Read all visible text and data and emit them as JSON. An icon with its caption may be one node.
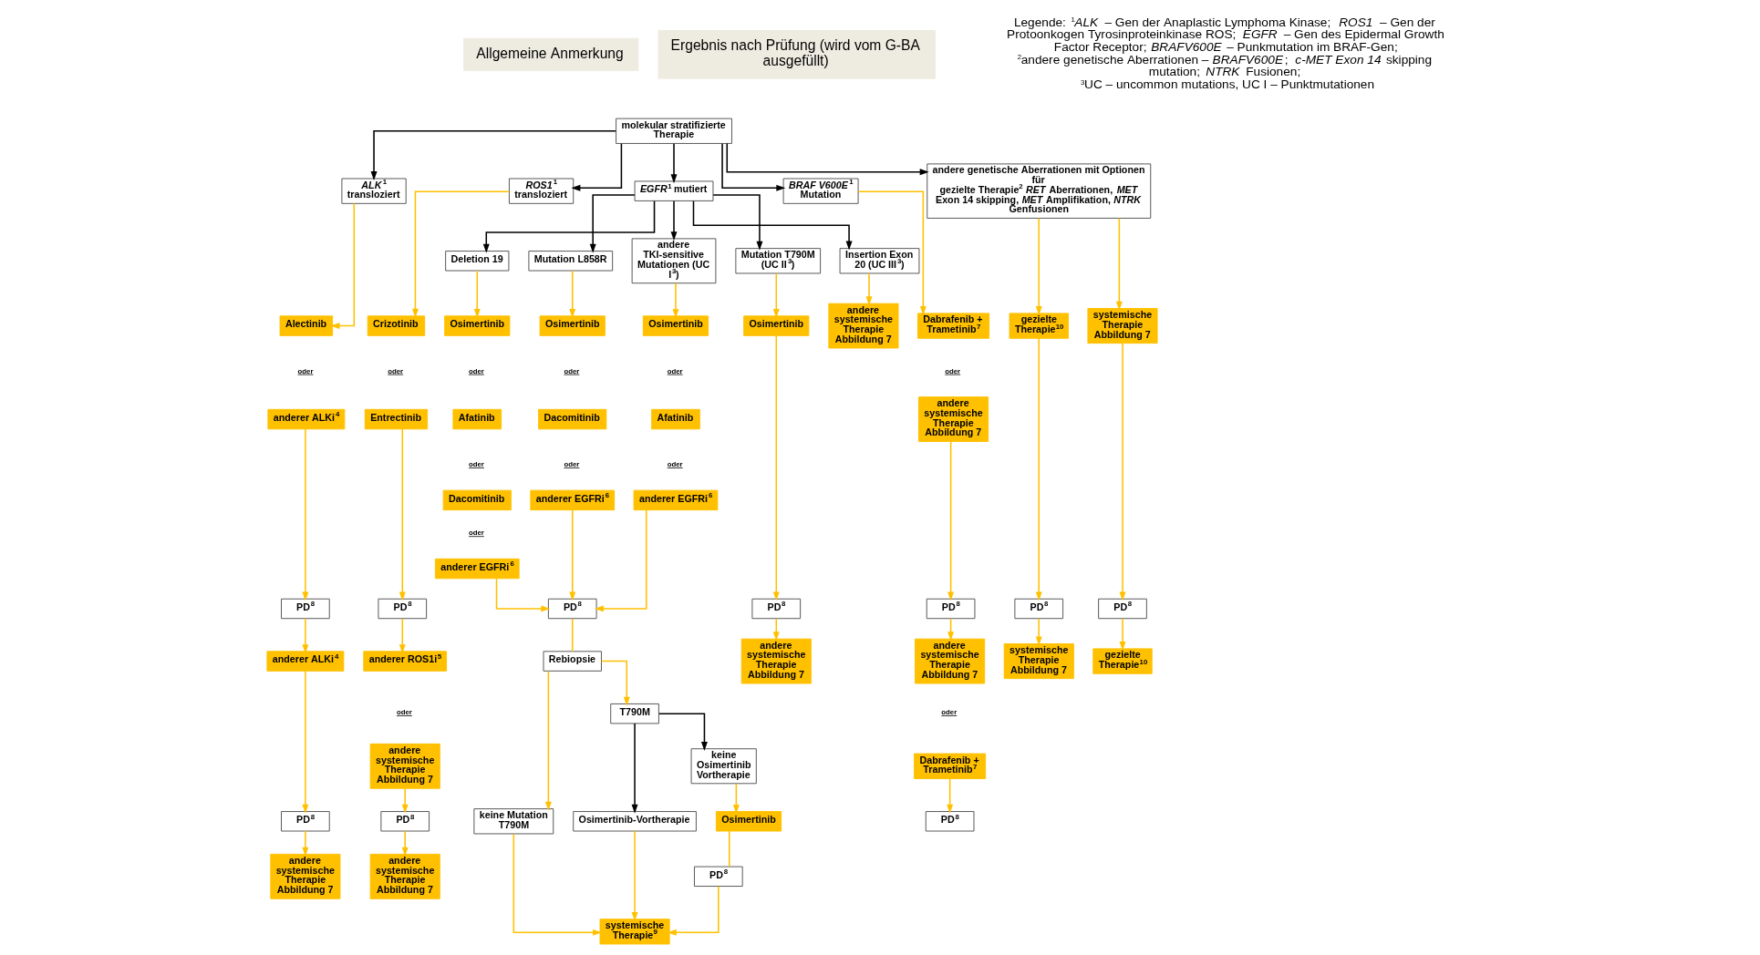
{
  "diagram": {
    "nodes": [
      {
        "text": [
          "molekular stratifizierte Therapie"
        ]
      },
      {
        "text": [
          "*ALK*$^{1}$ transloziert"
        ]
      },
      {
        "text": [
          "*ROS1*$^{1}$ transloziert"
        ]
      },
      {
        "text": [
          "*EGFR*$^{1}$ mutiert"
        ]
      },
      {
        "text": [
          "*BRAF V600E*$^{1}$ Mutation"
        ]
      },
      {
        "text": [
          "andere genetische Aberrationen mit Optionen für",
          "gezielte Therapie$^{2}$ *RET* Aberrationen, *MET* Exon 14 skipping, *MET* Amplifikation, *NTRK* Genfusionen"
        ]
      },
      {
        "text": [
          "Alectinib"
        ]
      },
      {
        "text": [
          "anderer ALKi$^{4}$"
        ]
      },
      {
        "text": [
          "PD$^{8}$"
        ]
      },
      {
        "text": [
          "anderer ALKi$^{4}$"
        ]
      },
      {
        "text": [
          "PD$^{8}$"
        ]
      },
      {
        "text": [
          "andere systemische Therapie",
          "Abbildung 7"
        ]
      },
      {
        "text": [
          "Crizotinib"
        ]
      },
      {
        "text": [
          "Entrectinib"
        ]
      },
      {
        "text": [
          "PD$^{8}$"
        ]
      },
      {
        "text": [
          "anderer ROS1i$^{5}$"
        ]
      },
      {
        "text": [
          "andere systemische Therapie",
          "Abbildung 7"
        ]
      },
      {
        "text": [
          "PD$^{8}$"
        ]
      },
      {
        "text": [
          "andere systemische Therapie",
          "Abbildung 7"
        ]
      },
      {
        "text": [
          "Deletion 19"
        ]
      },
      {
        "text": [
          "Mutation L858R"
        ]
      },
      {
        "text": [
          "andere TKI-sensitive Mutationen (UC I$^{3}$)"
        ]
      },
      {
        "text": [
          "Mutation T790M (UC II$^{3}$)"
        ]
      },
      {
        "text": [
          "Insertion Exon 20 (UC III$^{3}$)"
        ]
      },
      {
        "text": [
          "Osimertinib"
        ]
      },
      {
        "text": [
          "Afatinib"
        ]
      },
      {
        "text": [
          "Dacomitinib"
        ]
      },
      {
        "text": [
          "anderer EGFRi$^{6}$"
        ]
      },
      {
        "text": [
          "Osimertinib"
        ]
      },
      {
        "text": [
          "Dacomitinib"
        ]
      },
      {
        "text": [
          "anderer EGFRi$^{6}$"
        ]
      },
      {
        "text": [
          "Osimertinib"
        ]
      },
      {
        "text": [
          "Afatinib"
        ]
      },
      {
        "text": [
          "anderer EGFRi$^{6}$"
        ]
      },
      {
        "text": [
          "Osimertinib"
        ]
      },
      {
        "text": [
          "andere systemische Therapie",
          "Abbildung 7"
        ]
      },
      {
        "text": [
          "PD$^{8}$"
        ]
      },
      {
        "text": [
          "Rebiopsie"
        ]
      },
      {
        "text": [
          "keine Mutation T790M"
        ]
      },
      {
        "text": [
          "T790M"
        ]
      },
      {
        "text": [
          "Osimertinib-Vortherapie"
        ]
      },
      {
        "text": [
          "keine Osimertinib Vortherapie"
        ]
      },
      {
        "text": [
          "Osimertinib"
        ]
      },
      {
        "text": [
          "PD$^{8}$"
        ]
      },
      {
        "text": [
          "systemische Therapie$^{9}$"
        ]
      },
      {
        "text": [
          "PD$^{8}$"
        ]
      },
      {
        "text": [
          "andere systemische Therapie",
          "Abbildung 7"
        ]
      },
      {
        "text": [
          "Dabrafenib + Trametinib$^{7}$"
        ]
      },
      {
        "text": [
          "andere systemische Therapie",
          "Abbildung 7"
        ]
      },
      {
        "text": [
          "PD$^{8}$"
        ]
      },
      {
        "text": [
          "andere systemische Therapie",
          "Abbildung 7"
        ]
      },
      {
        "text": [
          "Dabrafenib + Trametinib$^{7}$"
        ]
      },
      {
        "text": [
          "PD$^{8}$"
        ]
      },
      {
        "text": [
          "gezielte Therapie$^{10}$"
        ]
      },
      {
        "text": [
          "systemische Therapie",
          "Abbildung 7"
        ]
      },
      {
        "text": [
          "PD$^{8}$"
        ]
      },
      {
        "text": [
          "PD$^{8}$"
        ]
      },
      {
        "text": [
          "systemische Therapie",
          "Abbildung 7"
        ]
      },
      {
        "text": [
          "gezielte Therapie$^{10}$"
        ]
      }
    ],
    "edges": [
      {
        "from": 0,
        "to": 1,
        "arrow": "to",
        "color": "#000000"
      },
      {
        "from": 0,
        "to": 2,
        "arrow": "to",
        "color": "#000000"
      },
      {
        "from": 0,
        "to": 3,
        "arrow": "to",
        "color": "#000000"
      },
      {
        "from": 0,
        "to": 4,
        "arrow": "to",
        "color": "#000000"
      },
      {
        "from": 0,
        "to": 5,
        "arrow": "to",
        "color": "#000000"
      },
      {
        "from": 1,
        "to": 6,
        "arrow": "to"
      },
      {
        "from": 7,
        "to": 8,
        "arrow": "to"
      },
      {
        "from": 8,
        "to": 9,
        "arrow": "to"
      },
      {
        "from": 9,
        "to": 10,
        "arrow": "to"
      },
      {
        "from": 10,
        "to": 11,
        "arrow": "to"
      },
      {
        "from": 2,
        "to": 12,
        "arrow": "to"
      },
      {
        "from": 13,
        "to": 14,
        "arrow": "to"
      },
      {
        "from": 14,
        "to": 15,
        "arrow": "to"
      },
      {
        "from": 16,
        "to": 17,
        "arrow": "to"
      },
      {
        "from": 17,
        "to": 18,
        "arrow": "to"
      },
      {
        "from": 3,
        "to": 19,
        "arrow": "to",
        "color": "#000000"
      },
      {
        "from": 3,
        "to": 20,
        "arrow": "to",
        "color": "#000000"
      },
      {
        "from": 3,
        "to": 21,
        "arrow": "to",
        "color": "#000000"
      },
      {
        "from": 3,
        "to": 22,
        "arrow": "to",
        "color": "#000000"
      },
      {
        "from": 3,
        "to": 23,
        "arrow": "to",
        "color": "#000000"
      },
      {
        "from": 19,
        "to": 24,
        "arrow": "to"
      },
      {
        "from": 20,
        "to": 28,
        "arrow": "to"
      },
      {
        "from": 21,
        "to": 31,
        "arrow": "to"
      },
      {
        "from": 22,
        "to": 34,
        "arrow": "to"
      },
      {
        "from": 23,
        "to": 35,
        "arrow": "to"
      },
      {
        "from": 27,
        "to": 36,
        "arrow": "to"
      },
      {
        "from": 30,
        "to": 36,
        "arrow": "to"
      },
      {
        "from": 33,
        "to": 36,
        "arrow": "to"
      },
      {
        "from": 36,
        "to": 37,
        "arrow": "none"
      },
      {
        "from": 37,
        "to": 38,
        "arrow": "to"
      },
      {
        "from": 37,
        "to": 39,
        "arrow": "to"
      },
      {
        "from": 39,
        "to": 40,
        "arrow": "to",
        "color": "#000000"
      },
      {
        "from": 39,
        "to": 41,
        "arrow": "to",
        "color": "#000000"
      },
      {
        "from": 38,
        "to": 44,
        "arrow": "to"
      },
      {
        "from": 40,
        "to": 44,
        "arrow": "to"
      },
      {
        "from": 41,
        "to": 42,
        "arrow": "to"
      },
      {
        "from": 42,
        "to": 45,
        "arrow": "none"
      },
      {
        "from": 45,
        "to": 44,
        "arrow": "to"
      },
      {
        "from": 34,
        "to": 43,
        "arrow": "to"
      },
      {
        "from": 43,
        "to": 46,
        "arrow": "to"
      },
      {
        "from": 4,
        "to": 47,
        "arrow": "to"
      },
      {
        "from": 48,
        "to": 49,
        "arrow": "to"
      },
      {
        "from": 49,
        "to": 50,
        "arrow": "to"
      },
      {
        "from": 51,
        "to": 52,
        "arrow": "to"
      },
      {
        "from": 5,
        "to": 53,
        "arrow": "to"
      },
      {
        "from": 5,
        "to": 54,
        "arrow": "to"
      },
      {
        "from": 53,
        "to": 55,
        "arrow": "to"
      },
      {
        "from": 54,
        "to": 56,
        "arrow": "to"
      },
      {
        "from": 55,
        "to": 57,
        "arrow": "to"
      },
      {
        "from": 56,
        "to": 58,
        "arrow": "to"
      }
    ],
    "labels": [
      "Allgemeine Anmerkung",
      "Ergebnis nach Prüfung (wird vom G-BA ausgefüllt)",
      "oder",
      "oder",
      "oder",
      "oder",
      "oder",
      "oder",
      "oder",
      "oder",
      "oder",
      "oder",
      "oder",
      "oder",
      "Legende: $^{1}$*ALK* – Gen der Anaplastic Lymphoma Kinase; *ROS1* – Gen der Protoonkogen Tyrosinproteinkinase ROS; *EGFR* – Gen des Epidermal Growth Factor Receptor; *BRAFV600E* – Punkmutation im BRAF-Gen; $^{2}$andere genetische Aberrationen – *BRAFV600E*; *c-MET Exon 14* skipping mutation; *NTRK* Fusionen; $^{3}$UC – uncommon mutations, UC I – Punktmutationen"
    ]
  }
}
